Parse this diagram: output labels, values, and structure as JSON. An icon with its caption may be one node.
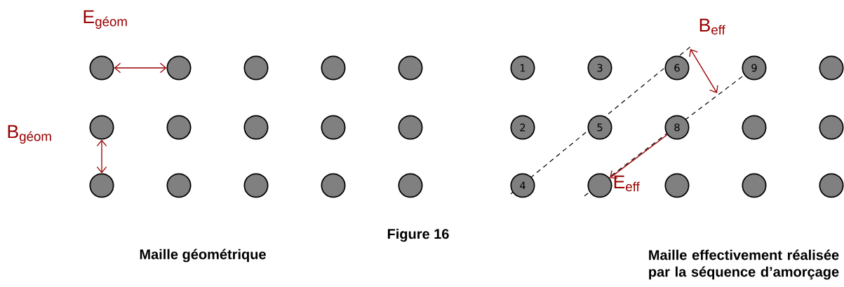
{
  "diagram": {
    "nodes": [
      {
        "text": [],
        "shape": "circle"
      },
      {
        "text": [],
        "shape": "circle"
      },
      {
        "text": [],
        "shape": "circle"
      },
      {
        "text": [],
        "shape": "circle"
      },
      {
        "text": [],
        "shape": "circle"
      },
      {
        "text": [],
        "shape": "circle"
      },
      {
        "text": [],
        "shape": "circle"
      },
      {
        "text": [],
        "shape": "circle"
      },
      {
        "text": [],
        "shape": "circle"
      },
      {
        "text": [],
        "shape": "circle"
      },
      {
        "text": [],
        "shape": "circle"
      },
      {
        "text": [],
        "shape": "circle"
      },
      {
        "text": [],
        "shape": "circle"
      },
      {
        "text": [],
        "shape": "circle"
      },
      {
        "text": [],
        "shape": "circle"
      },
      {
        "text": [
          "1"
        ]
      },
      {
        "text": [
          "3"
        ]
      },
      {
        "text": [
          "6"
        ]
      },
      {
        "text": [
          "9"
        ]
      },
      {
        "text": [],
        "shape": "circle"
      },
      {
        "text": [
          "2"
        ]
      },
      {
        "text": [
          "5"
        ]
      },
      {
        "text": [
          "8"
        ]
      },
      {
        "text": [],
        "shape": "circle"
      },
      {
        "text": [],
        "shape": "circle"
      },
      {
        "text": [
          "4"
        ]
      },
      {
        "text": [],
        "shape": "circle"
      },
      {
        "text": [],
        "shape": "circle"
      },
      {
        "text": [],
        "shape": "circle"
      },
      {
        "text": [],
        "shape": "circle"
      }
    ],
    "edges": [
      {
        "from": 0,
        "to": 1,
        "arrow": "both"
      },
      {
        "from": 5,
        "to": 10,
        "arrow": "both"
      },
      {
        "from": 22,
        "to": 26,
        "arrow": "to"
      }
    ],
    "labels": [
      "E$_{géom}$",
      "B$_{géom}$",
      "B$_{eff}$",
      "E$_{eff}$",
      "Figure 16",
      "Maille géométrique",
      "Maille effectivement réalisée par la séquence d’amorçage"
    ]
  }
}
